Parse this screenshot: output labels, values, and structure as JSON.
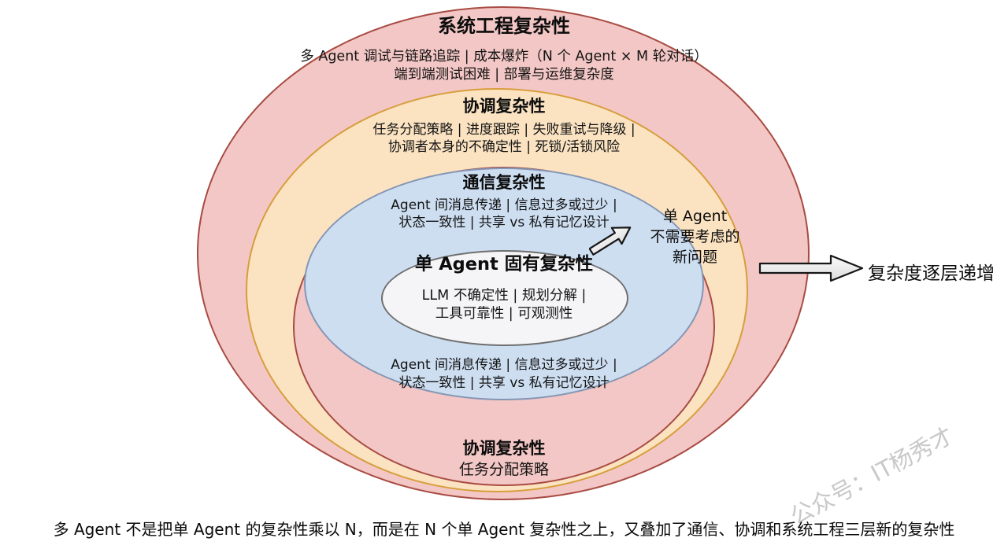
{
  "diagram": {
    "layer_system": {
      "title": "系统工程复杂性",
      "line1": "多 Agent 调试与链路追踪 | 成本爆炸（N 个 Agent × M 轮对话）",
      "line2": "端到端测试困难 | 部署与运维复杂度"
    },
    "layer_coordination": {
      "title": "协调复杂性",
      "line1": "任务分配策略 | 进度跟踪 | 失败重试与降级 |",
      "line2": "协调者本身的不确定性 | 死锁/活锁风险"
    },
    "layer_communication": {
      "title": "通信复杂性",
      "line1": "Agent 间消息传递 | 信息过多或过少 |",
      "line2": "状态一致性 | 共享 vs 私有记忆设计"
    },
    "layer_single_agent": {
      "title": "单 Agent 固有复杂性",
      "line1": "LLM 不确定性 | 规划分解 |",
      "line2": "工具可靠性 | 可观测性"
    },
    "communication_bottom": {
      "line1": "Agent 间消息传递 | 信息过多或过少 |",
      "line2": "状态一致性 | 共享 vs 私有记忆设计"
    },
    "coordination_bottom": {
      "title": "协调复杂性",
      "line1": "任务分配策略"
    },
    "callout_new_problems": {
      "line1": "单 Agent",
      "line2": "不需要考虑的",
      "line3": "新问题"
    },
    "arrow_label": "复杂度逐层递增",
    "colors": {
      "outer_ring_fill": "#f2c7c5",
      "outer_ring_border": "#a84b42",
      "coordination_fill": "#fbe3c2",
      "coordination_border": "#d79e3c",
      "communication_fill": "#cddef1",
      "communication_border": "#8596b4",
      "center_fill": "#f5f5f7",
      "center_border": "#6f6f6f",
      "arrow_fill": "#ededed"
    }
  },
  "watermark": "公众号：IT杨秀才",
  "caption": "多 Agent 不是把单 Agent 的复杂性乘以 N，而是在 N 个单 Agent 复杂性之上，又叠加了通信、协调和系统工程三层新的复杂性"
}
